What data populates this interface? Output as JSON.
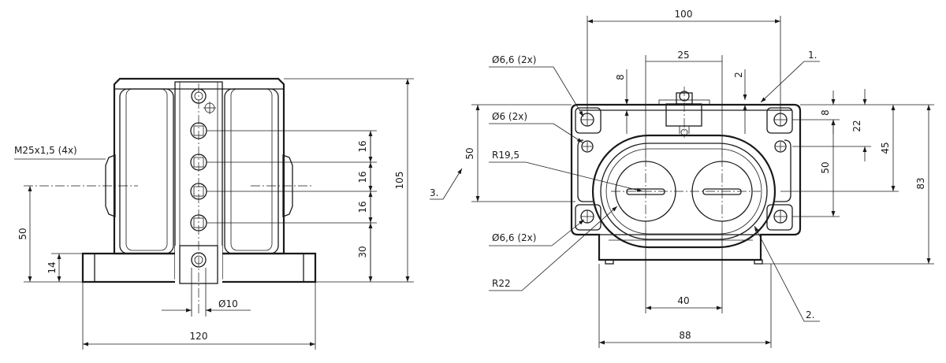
{
  "left_view": {
    "thread_label": "M25x1,5 (4x)",
    "pitch_1": "16",
    "pitch_2": "16",
    "pitch_3": "16",
    "pitch_bottom": "30",
    "height_total": "105",
    "center_height": "50",
    "base_height": "14",
    "hole_diameter": "Ø10",
    "width_total": "120"
  },
  "right_view": {
    "width_top": "100",
    "spacing_25": "25",
    "dim_8_top": "8",
    "dim_2": "2",
    "dim_8_right": "8",
    "dim_22": "22",
    "dim_45": "45",
    "dim_50_right": "50",
    "dim_83": "83",
    "dim_50_left": "50",
    "hole_66_top": "Ø6,6 (2x)",
    "hole_6": "Ø6 (2x)",
    "hole_66_bottom": "Ø6,6 (2x)",
    "radius_195": "R19,5",
    "radius_22": "R22",
    "spacing_40": "40",
    "width_88": "88",
    "callout_1": "1.",
    "callout_2": "2.",
    "callout_3": "3."
  }
}
